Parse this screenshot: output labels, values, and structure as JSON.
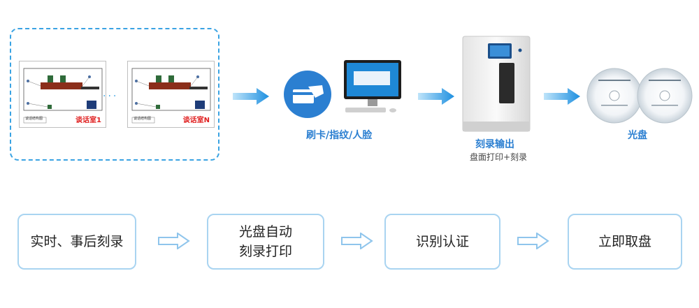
{
  "rooms": [
    {
      "label": "谈话室1",
      "footer": "谈话结构图"
    },
    {
      "label": "谈话室N",
      "footer": "谈话结构图"
    }
  ],
  "ellipsis": "···",
  "auth": {
    "caption": "刷卡/指纹/人脸"
  },
  "burner": {
    "caption": "刻录输出",
    "subcaption": "盘面打印+刻录"
  },
  "disc": {
    "caption": "光盘"
  },
  "steps": [
    {
      "lines": [
        "实时、事后刻录"
      ]
    },
    {
      "lines": [
        "光盘自动",
        "刻录打印"
      ]
    },
    {
      "lines": [
        "识别认证"
      ]
    },
    {
      "lines": [
        "立即取盘"
      ]
    }
  ],
  "colors": {
    "accent": "#2b7fd1",
    "dashed": "#3aa3e3",
    "step_border": "#a9d4f1",
    "room_label": "#e02020"
  }
}
